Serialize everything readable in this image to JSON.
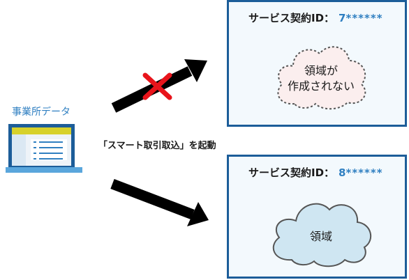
{
  "office": {
    "label": "事業所データ",
    "icon": "office-data-computer-icon"
  },
  "action": {
    "label": "「スマート取引取込」を起動"
  },
  "contracts": [
    {
      "label_prefix": "サービス契約ID：",
      "first_digit": "7",
      "mask": "******",
      "region_label_line1": "領域が",
      "region_label_line2": "作成されない",
      "region_created": false,
      "arrow_blocked": true
    },
    {
      "label_prefix": "サービス契約ID：",
      "first_digit": "8",
      "mask": "******",
      "region_label_line1": "領域",
      "region_label_line2": "",
      "region_created": true,
      "arrow_blocked": false
    }
  ],
  "colors": {
    "box_border": "#1c5d99",
    "box_fill": "#f3f9fd",
    "id_accent": "#2f7fc1",
    "cloud_created_fill": "#cfe6f2",
    "cloud_missing_fill": "#fbeeee",
    "cross": "#e8141b",
    "arrow": "#000000"
  }
}
